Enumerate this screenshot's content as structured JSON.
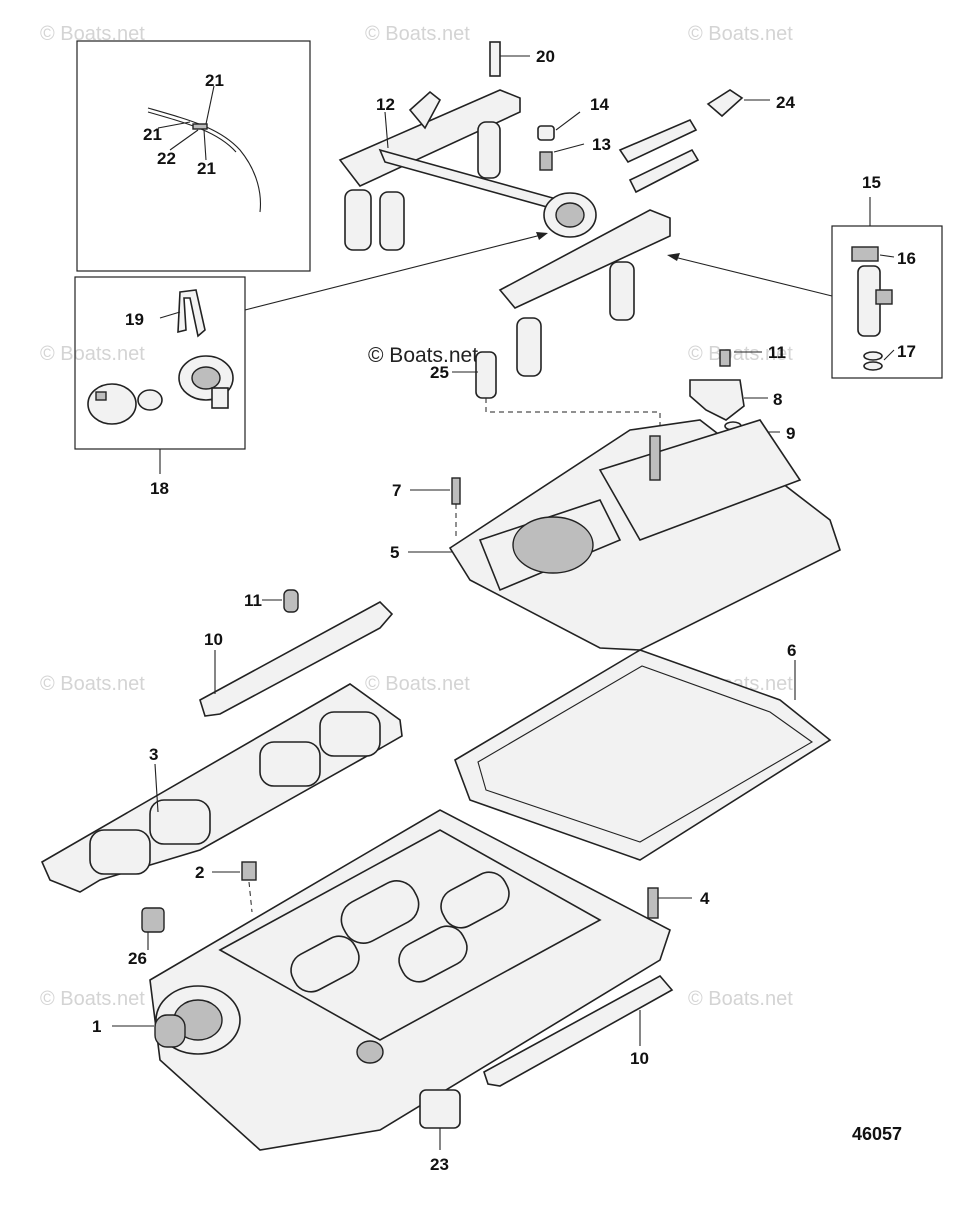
{
  "watermark": "© Boats.net",
  "center_watermark": "© Boats.net",
  "diagram_id": "46057",
  "callouts": {
    "c1": "1",
    "c2": "2",
    "c3": "3",
    "c4": "4",
    "c5": "5",
    "c6": "6",
    "c7": "7",
    "c8": "8",
    "c9": "9",
    "c10a": "10",
    "c10b": "10",
    "c11a": "11",
    "c11b": "11",
    "c12": "12",
    "c13": "13",
    "c14": "14",
    "c15": "15",
    "c16": "16",
    "c17": "17",
    "c18": "18",
    "c19": "19",
    "c20": "20",
    "c21a": "21",
    "c21b": "21",
    "c21c": "21",
    "c22": "22",
    "c23": "23",
    "c24": "24",
    "c25": "25",
    "c26": "26"
  }
}
